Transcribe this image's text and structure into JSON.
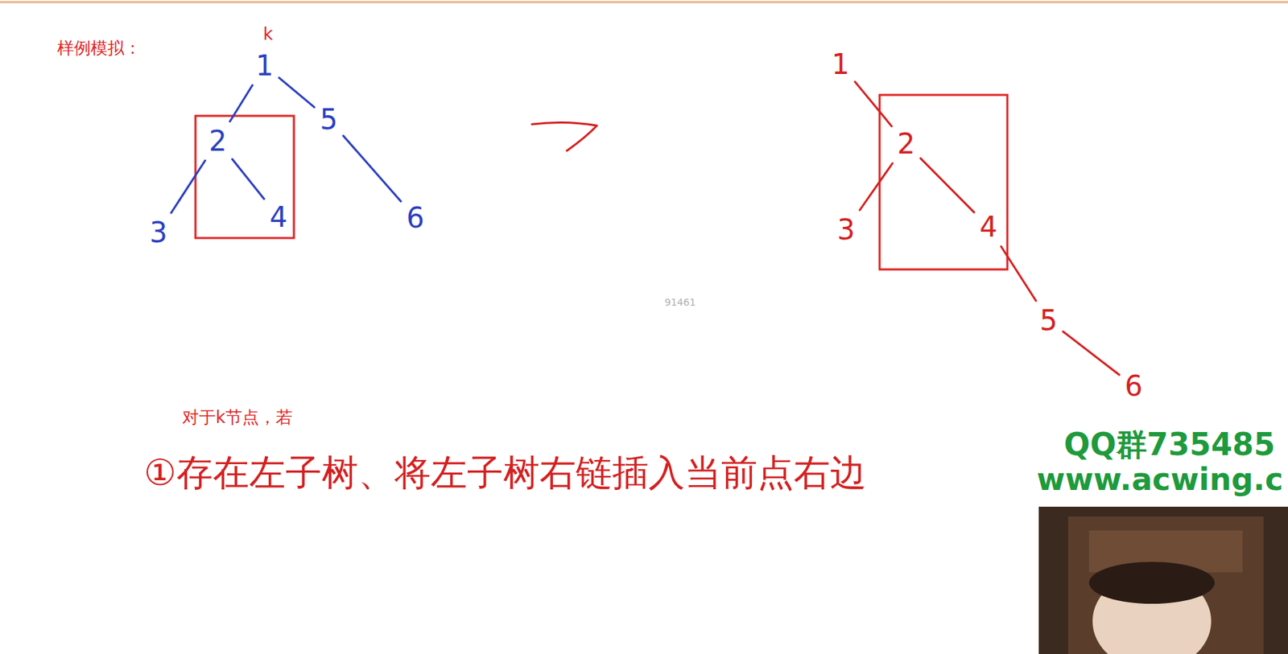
{
  "diagram": {
    "nodes": [
      {
        "text": [
          "1"
        ]
      },
      {
        "text": [
          "2"
        ]
      },
      {
        "text": [
          "5"
        ]
      },
      {
        "text": [
          "3"
        ]
      },
      {
        "text": [
          "4"
        ]
      },
      {
        "text": [
          "6"
        ]
      },
      {
        "text": [
          "1"
        ]
      },
      {
        "text": [
          "2"
        ]
      },
      {
        "text": [
          "3"
        ]
      },
      {
        "text": [
          "4"
        ]
      },
      {
        "text": [
          "5"
        ]
      },
      {
        "text": [
          "6"
        ]
      }
    ],
    "edges": [
      {
        "from": 0,
        "to": 1,
        "arrow": "none"
      },
      {
        "from": 0,
        "to": 2,
        "arrow": "none"
      },
      {
        "from": 1,
        "to": 3,
        "arrow": "none"
      },
      {
        "from": 1,
        "to": 4,
        "arrow": "none"
      },
      {
        "from": 2,
        "to": 5,
        "arrow": "none"
      },
      {
        "from": 6,
        "to": 7,
        "arrow": "none"
      },
      {
        "from": 7,
        "to": 8,
        "arrow": "none"
      },
      {
        "from": 7,
        "to": 9,
        "arrow": "none"
      },
      {
        "from": 9,
        "to": 10,
        "arrow": "none"
      },
      {
        "from": 10,
        "to": 11,
        "arrow": "none"
      }
    ],
    "labels": [
      "样例模拟：",
      "k",
      "91461",
      "对于k节点，若",
      "①存在左子树、将左子树右链插入当前点右边",
      "QQ群735485",
      "www.acwing.c"
    ]
  }
}
